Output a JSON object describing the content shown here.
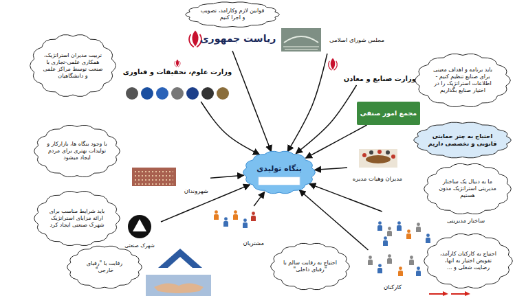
{
  "diagram": {
    "nodes": [
      {
        "text": [
          "قوانین لازم وکارامد، تصویب و اجرا کنیم"
        ]
      },
      {
        "text": [
          "ریاست جمهوری"
        ]
      },
      {
        "text": [
          "مجلس شورای اسلامی"
        ]
      },
      {
        "text": [
          "تربیت مدیران استراتژیک، همکاری علمی-تجاری با صنعت توسط مراکز علمی و دانشگاهیان"
        ]
      },
      {
        "text": [
          "وزارت علوم، تحقیقات و فناوری"
        ]
      },
      {
        "text": [
          "وزارت صنایع و معادن"
        ]
      },
      {
        "text": [
          "باید برنامه و اهداف معینی برای صنایع تنظیم کنیم - اطلاعات استراتژیک را در اختیار صنایع بگذاریم"
        ]
      },
      {
        "text": [
          "مجمع امور صنفی"
        ]
      },
      {
        "text": [
          "احتیاج به چتر حمایتی قانونی و تخصصی داریم"
        ]
      },
      {
        "text": [
          "بنگاه تولیدی"
        ]
      },
      {
        "text": [
          "با وجود بنگاه ها، بازارکار و تولیدات بهتری برای مردم ایجاد میشود"
        ]
      },
      {
        "text": [
          "مدیران وهیات مدیره"
        ]
      },
      {
        "text": [
          "ما به دنبال یک ساختار مدیریتی استراتژیک مدون هستیم"
        ]
      },
      {
        "text": [
          "شهروندان"
        ]
      },
      {
        "text": [
          "ساختار مدیریتی"
        ]
      },
      {
        "text": [
          "باید شرایط مناسب برای ارائه مزایای استراتژیک شهرک صنعتی ایجاد کرد"
        ]
      },
      {
        "text": [
          "شهرک صنعتی"
        ]
      },
      {
        "text": [
          "مشتریان"
        ]
      },
      {
        "text": [
          "احتیاج به کارکنان کارآمد، تفویض اختیار به انها، رضایت شغلی و ..."
        ]
      },
      {
        "text": [
          "کارکنان"
        ]
      },
      {
        "text": [
          "رقابت با \"رقبای خارجی\""
        ]
      },
      {
        "text": [
          "احتیاج به رقابت سالم با \"رقبای داخلی\""
        ]
      }
    ],
    "edges": [
      {
        "from": 1,
        "to": 9,
        "arrow": "to"
      },
      {
        "from": 2,
        "to": 9,
        "arrow": "to"
      },
      {
        "from": 4,
        "to": 9,
        "arrow": "to"
      },
      {
        "from": 5,
        "to": 9,
        "arrow": "to"
      },
      {
        "from": 7,
        "to": 9,
        "arrow": "to"
      },
      {
        "from": 11,
        "to": 9,
        "arrow": "to"
      },
      {
        "from": 13,
        "to": 9,
        "arrow": "to"
      },
      {
        "from": 14,
        "to": 9,
        "arrow": "to"
      },
      {
        "from": 16,
        "to": 9,
        "arrow": "to"
      },
      {
        "from": 17,
        "to": 9,
        "arrow": "to"
      },
      {
        "from": 19,
        "to": 9,
        "arrow": "to"
      }
    ]
  }
}
